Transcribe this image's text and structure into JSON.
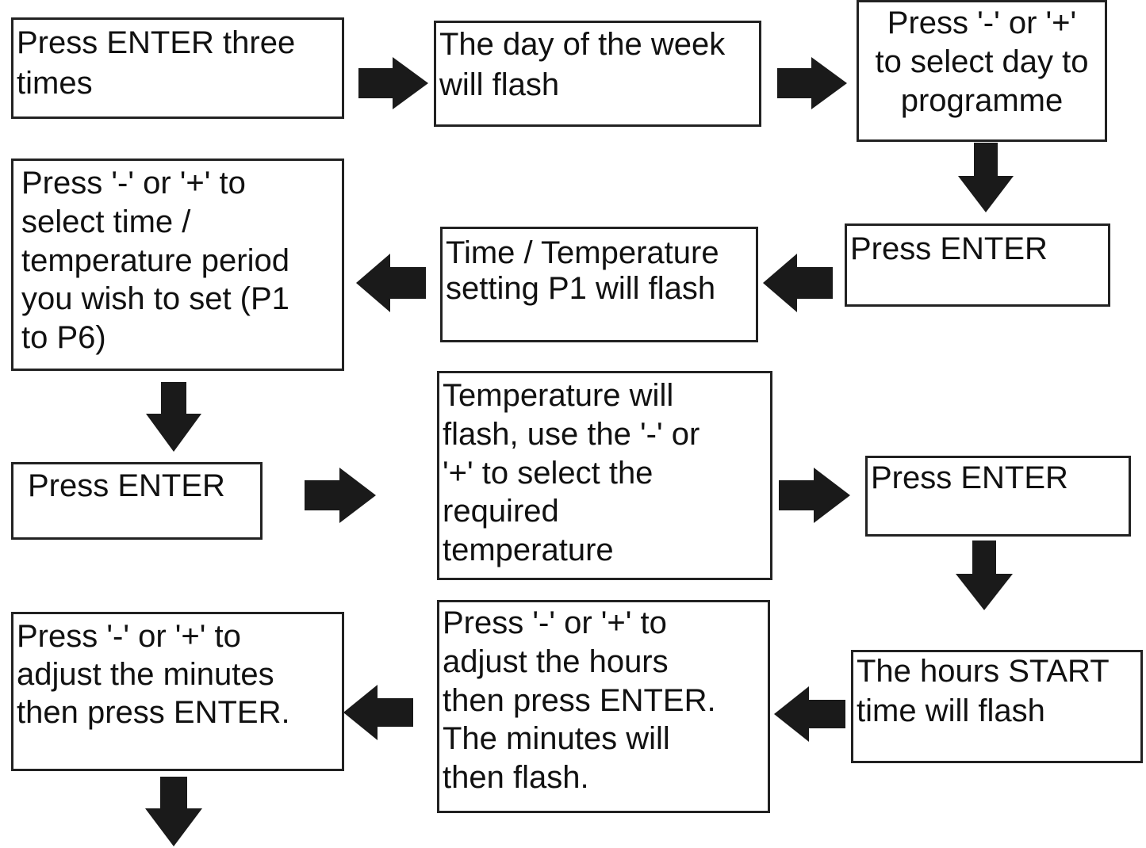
{
  "diagram": {
    "steps": [
      {
        "id": "s1",
        "text": "Press ENTER three\ntimes"
      },
      {
        "id": "s2",
        "text": "The day of the week\nwill flash"
      },
      {
        "id": "s3",
        "text": "Press '-' or '+'\nto select day to\nprogramme"
      },
      {
        "id": "s4",
        "text": "Press ENTER"
      },
      {
        "id": "s5",
        "text": "Time / Temperature\nsetting P1 will flash"
      },
      {
        "id": "s6",
        "text": "Press '-' or '+' to\nselect time /\ntemperature period\nyou wish to set (P1\nto P6)"
      },
      {
        "id": "s7",
        "text": "Press ENTER"
      },
      {
        "id": "s8",
        "text": "Temperature will\nflash, use the '-' or\n'+' to select the\nrequired\ntemperature"
      },
      {
        "id": "s9",
        "text": "Press ENTER"
      },
      {
        "id": "s10",
        "text": "The hours START\ntime will flash"
      },
      {
        "id": "s11",
        "text": "Press '-' or '+' to\nadjust the hours\nthen press ENTER.\nThe minutes will\nthen flash."
      },
      {
        "id": "s12",
        "text": "Press '-' or '+' to\nadjust the minutes\nthen press ENTER."
      }
    ],
    "arrow_color": "#1a1a1a",
    "border_color": "#222222"
  }
}
